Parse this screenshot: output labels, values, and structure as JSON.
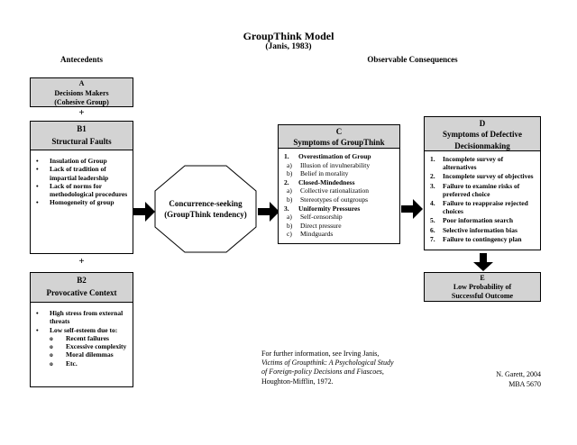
{
  "meta": {
    "title_line1": "GroupThink Model",
    "title_line2": "(Janis, 1983)"
  },
  "headers": {
    "left": "Antecedents",
    "right": "Observable Consequences"
  },
  "plus": "+",
  "colors": {
    "header_fill": "#d3d3d3",
    "border": "#000000",
    "arrow": "#000000",
    "background": "#ffffff"
  },
  "box_a": {
    "lines": [
      "A",
      "Decisions Makers",
      "(Cohesive Group)"
    ]
  },
  "box_b1": {
    "title_id": "B1",
    "title": "Structural Faults",
    "marker": "•",
    "bullets": [
      "Insulation of Group",
      "Lack of tradition of impartial leadership",
      "Lack of norms for methodological procedures",
      "Homogeneity of group"
    ]
  },
  "box_b2": {
    "title_id": "B2",
    "title": "Provocative Context",
    "marker": "•",
    "sub_marker": "o",
    "bullet1": "High stress from external threats",
    "bullet2": "Low self-esteem due to:",
    "sub_bullets": [
      "Recent failures",
      "Excessive complexity",
      "Moral dilemmas",
      "Etc."
    ]
  },
  "octagon": {
    "line1": "Concurrence-seeking",
    "line2": "(GroupThink tendency)"
  },
  "box_c": {
    "title_id": "C",
    "title": "Symptoms of GroupThink",
    "items": [
      {
        "m": "1.",
        "t": "Overestimation of Group"
      },
      {
        "m": "a)",
        "t": "Illusion of invulnerability"
      },
      {
        "m": "b)",
        "t": "Belief in morality"
      },
      {
        "m": "2.",
        "t": "Closed-Mindedness"
      },
      {
        "m": "a)",
        "t": "Collective rationalization"
      },
      {
        "m": "b)",
        "t": "Stereotypes of outgroups"
      },
      {
        "m": "3.",
        "t": "Uniformity Pressures"
      },
      {
        "m": "a)",
        "t": "Self-censorship"
      },
      {
        "m": "b)",
        "t": "Direct pressure"
      },
      {
        "m": "c)",
        "t": "Mindguards"
      }
    ]
  },
  "box_d": {
    "title_id": "D",
    "title_line1": "Symptoms of Defective",
    "title_line2": "Decisionmaking",
    "items": [
      {
        "m": "1.",
        "t": "Incomplete survey of alternatives"
      },
      {
        "m": "2.",
        "t": "Incomplete survey of objectives"
      },
      {
        "m": "3.",
        "t": "Failure to examine risks of preferred choice"
      },
      {
        "m": "4.",
        "t": "Failure to reappraise rejected choices"
      },
      {
        "m": "5.",
        "t": "Poor information search"
      },
      {
        "m": "6.",
        "t": "Selective information bias"
      },
      {
        "m": "7.",
        "t": "Failure to contingency plan"
      }
    ]
  },
  "box_e": {
    "lines": [
      "E",
      "Low Probability of",
      "Successful Outcome"
    ]
  },
  "footer": {
    "line1": "For further information, see Irving Janis,",
    "line2": "Victims of Groupthink:  A Psychological Study",
    "line3": "of Foreign-policy Decisions and Fiascoes,",
    "line4": "Houghton-Mifflin, 1972."
  },
  "credit": {
    "line1": "N. Garett, 2004",
    "line2": "MBA 5670"
  }
}
